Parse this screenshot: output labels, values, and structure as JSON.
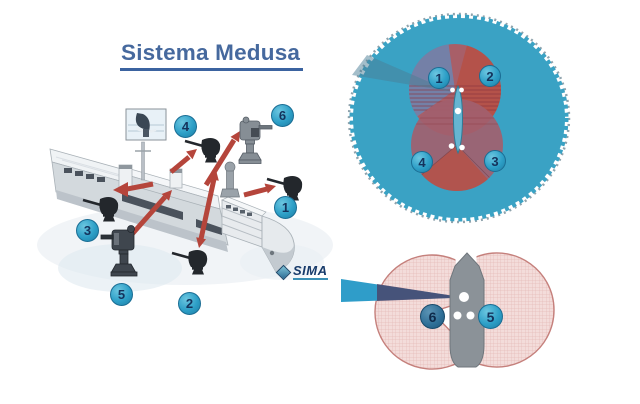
{
  "title": {
    "text": "Sistema Medusa"
  },
  "logo": {
    "text": "SIMA"
  },
  "ship_view": {
    "radar_inset_icon": "radar-antenna-photo",
    "stations": [
      {
        "number": "1"
      },
      {
        "number": "2"
      },
      {
        "number": "3"
      },
      {
        "number": "4"
      },
      {
        "number": "5"
      },
      {
        "number": "6"
      }
    ]
  },
  "top_diagram": {
    "badges": [
      {
        "number": "1"
      },
      {
        "number": "2"
      },
      {
        "number": "3"
      },
      {
        "number": "4"
      }
    ]
  },
  "bottom_diagram": {
    "badges": [
      {
        "number": "6"
      },
      {
        "number": "5"
      }
    ]
  },
  "colors": {
    "title_blue": "#46699e",
    "badge_teal": "#2d9fc7",
    "arrow_red": "#b5453b",
    "outer_circle_teal": "#3aa2c4",
    "coverage_red": "#b4524a",
    "coverage_blue_gray": "#7083ad",
    "coverage_pink": "#f3dcda",
    "beam_blue": "#2f9dc9",
    "logo_navy": "#173a6a"
  }
}
